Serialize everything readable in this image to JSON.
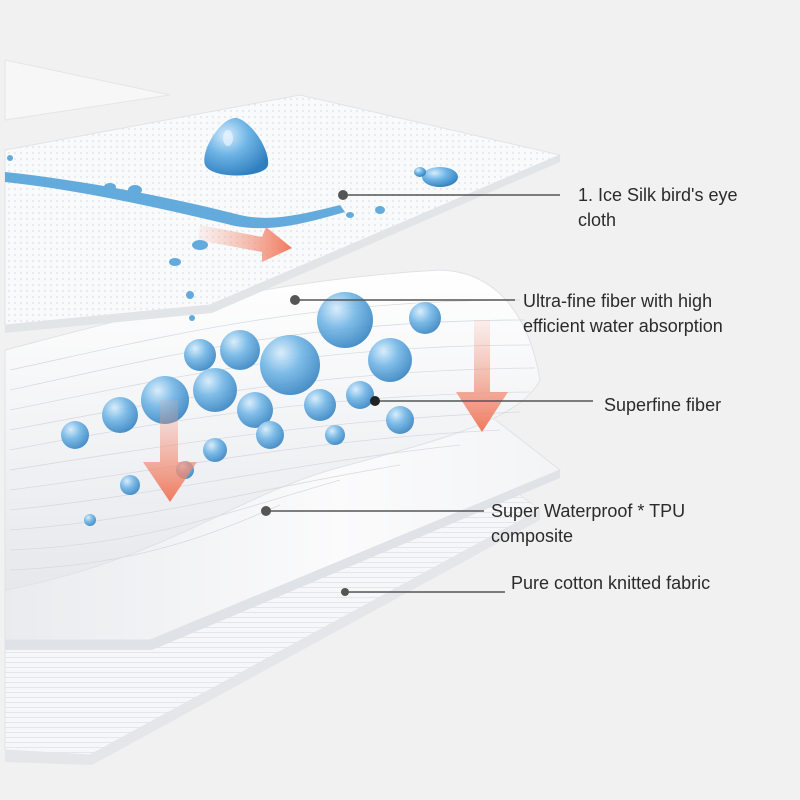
{
  "colors": {
    "background": "#f1f1f2",
    "layer_white": "#fafafa",
    "water_blue": "#4a9ed8",
    "arrow_coral": "#f08870",
    "leader_line": "#555555"
  },
  "callouts": [
    {
      "id": "ice-silk",
      "text": "1. Ice Silk bird's eye cloth"
    },
    {
      "id": "ultra-fine",
      "text": "Ultra-fine fiber with high efficient water absorption"
    },
    {
      "id": "superfine",
      "text": "Superfine fiber"
    },
    {
      "id": "tpu",
      "text": "Super Waterproof * TPU composite"
    },
    {
      "id": "cotton",
      "text": "Pure cotton knitted fabric"
    }
  ]
}
